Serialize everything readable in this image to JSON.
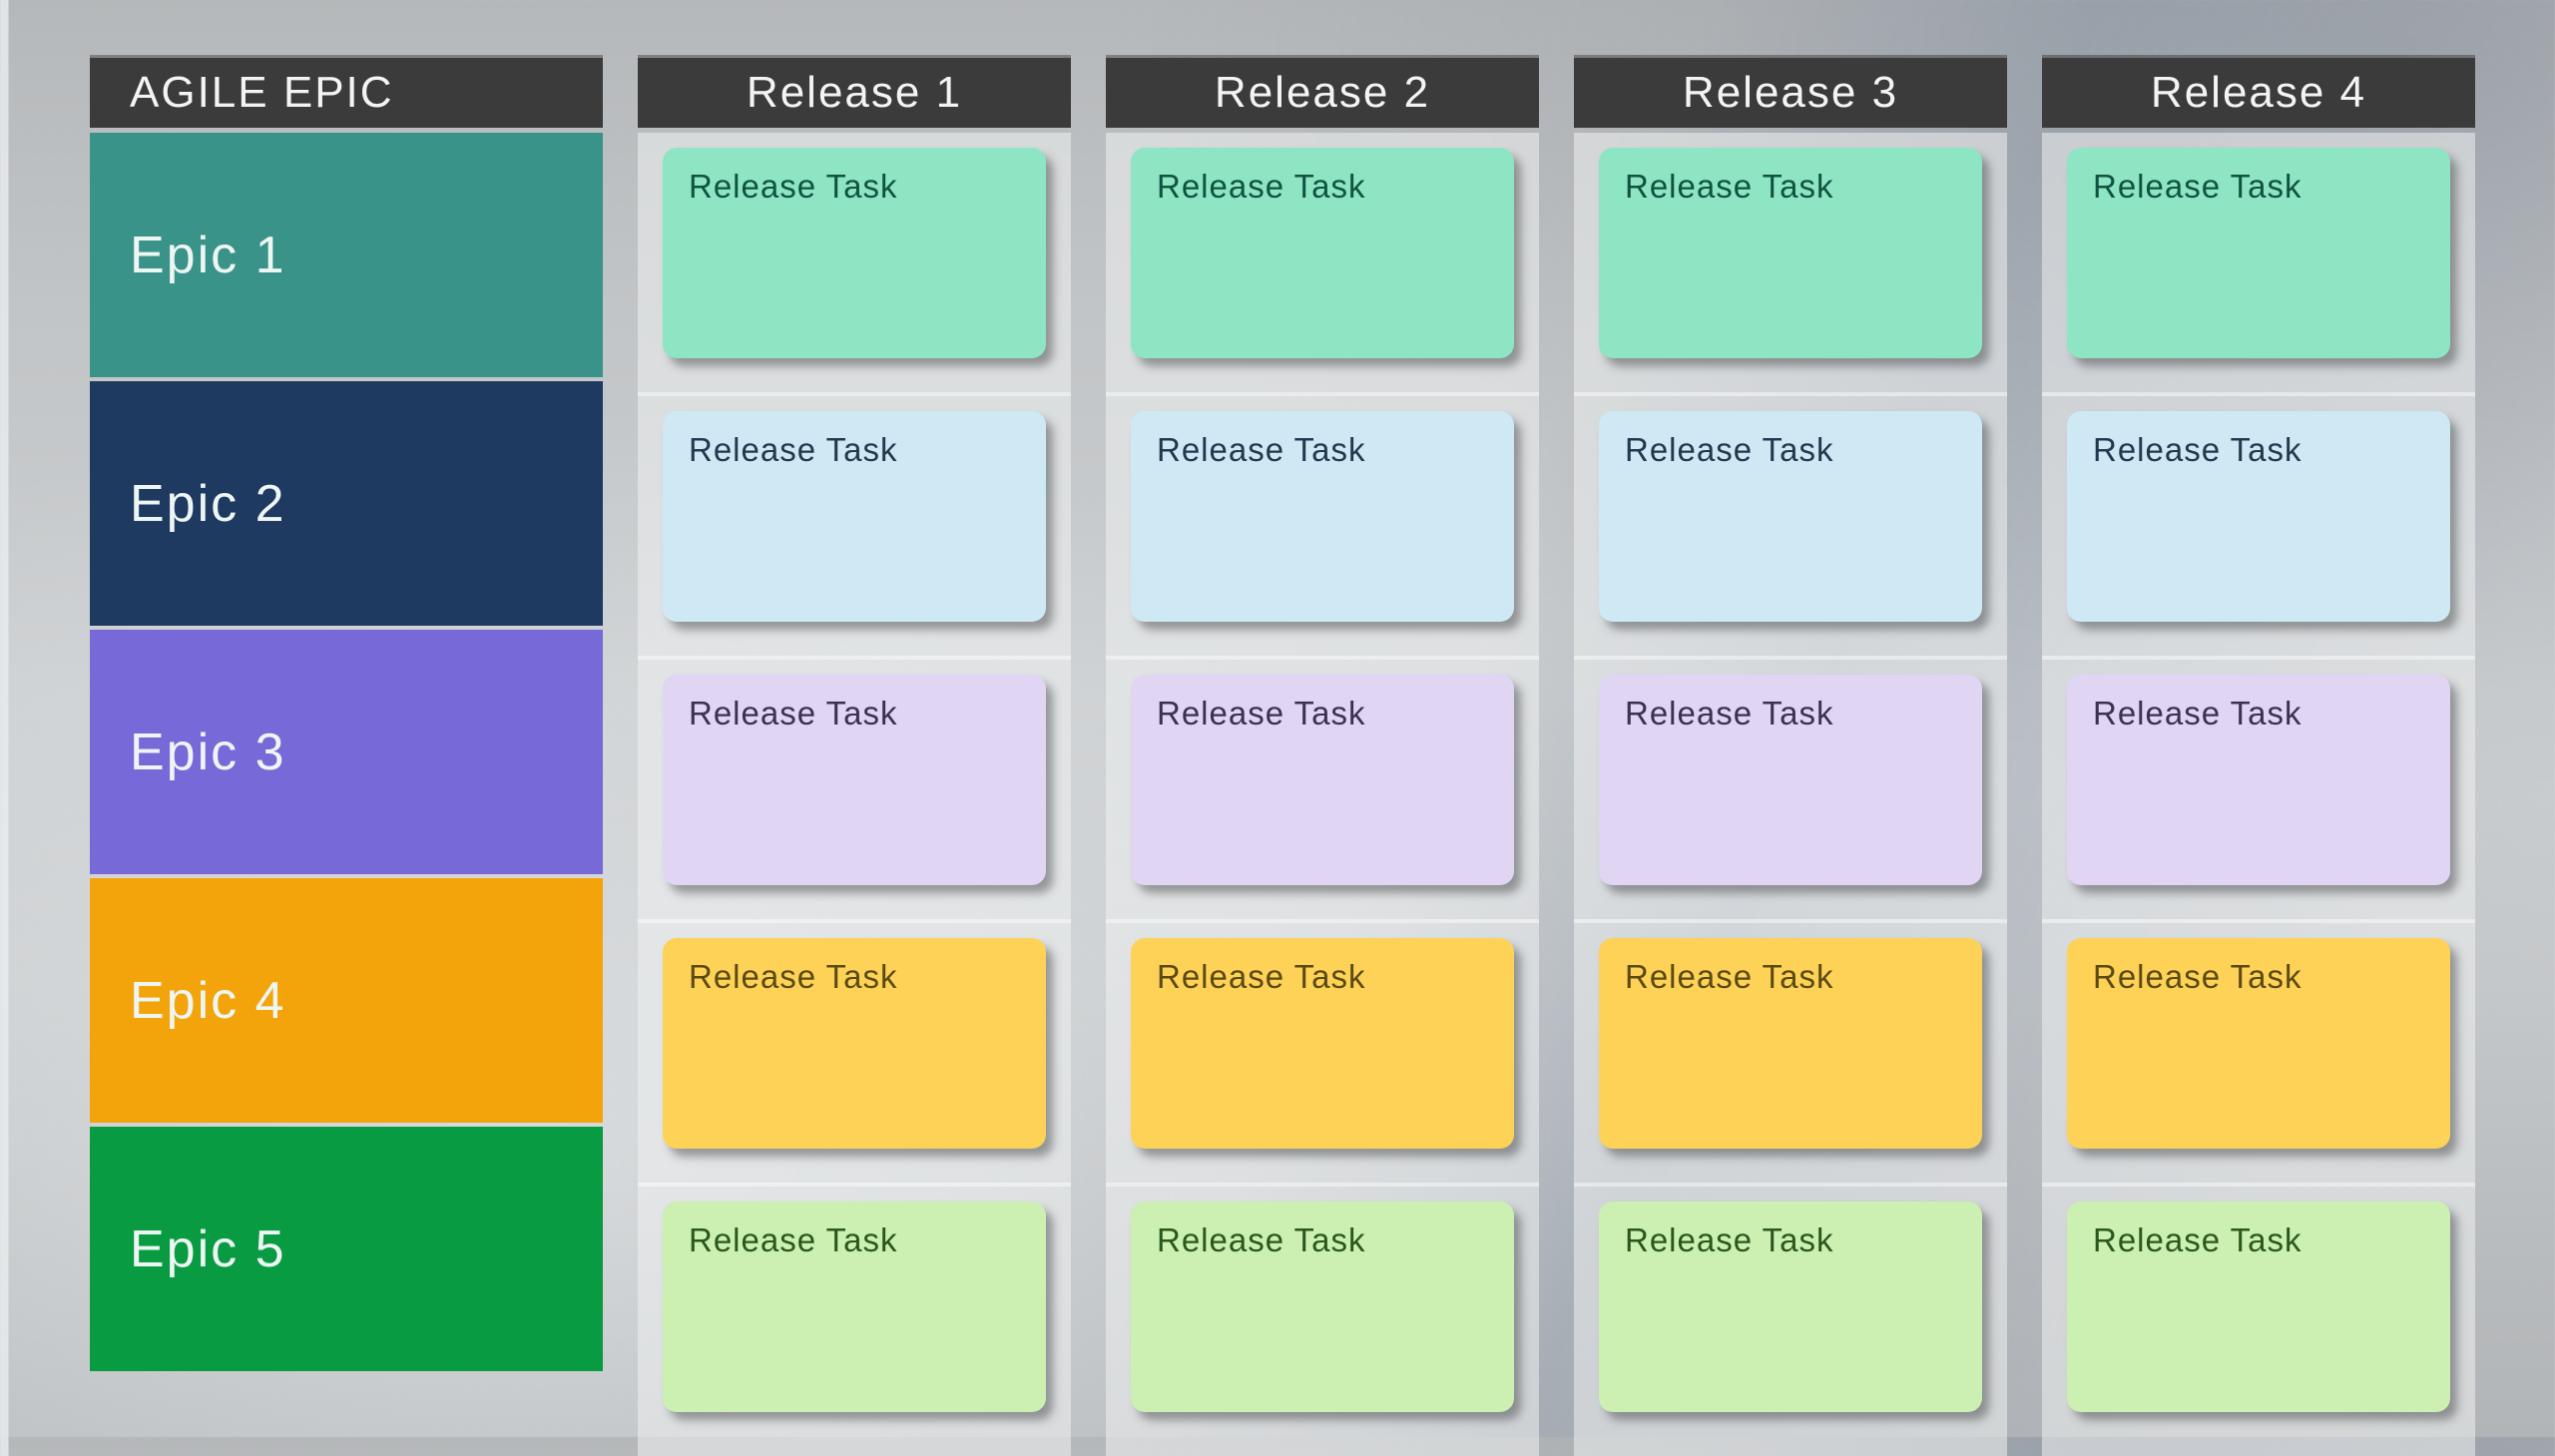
{
  "board": {
    "header_bg": "#3b3b3b",
    "epic_column": {
      "header": "AGILE EPIC",
      "epics": [
        {
          "label": "Epic 1",
          "color": "#3a9389"
        },
        {
          "label": "Epic 2",
          "color": "#1e3a60"
        },
        {
          "label": "Epic 3",
          "color": "#7769d8"
        },
        {
          "label": "Epic 4",
          "color": "#f3a40b"
        },
        {
          "label": "Epic 5",
          "color": "#089b41"
        }
      ]
    },
    "card_colors": [
      {
        "bg": "#8de5c3",
        "text": "#0f5340"
      },
      {
        "bg": "#cfe9f4",
        "text": "#20394f"
      },
      {
        "bg": "#e0d5f3",
        "text": "#3c3150"
      },
      {
        "bg": "#fdd257",
        "text": "#5b4a11"
      },
      {
        "bg": "#ccefb2",
        "text": "#2a571e"
      }
    ],
    "releases": [
      {
        "header": "Release 1",
        "tasks": [
          "Release Task",
          "Release Task",
          "Release Task",
          "Release Task",
          "Release Task"
        ]
      },
      {
        "header": "Release 2",
        "tasks": [
          "Release Task",
          "Release Task",
          "Release Task",
          "Release Task",
          "Release Task"
        ]
      },
      {
        "header": "Release 3",
        "tasks": [
          "Release Task",
          "Release Task",
          "Release Task",
          "Release Task",
          "Release Task"
        ]
      },
      {
        "header": "Release 4",
        "tasks": [
          "Release Task",
          "Release Task",
          "Release Task",
          "Release Task",
          "Release Task"
        ]
      }
    ]
  }
}
